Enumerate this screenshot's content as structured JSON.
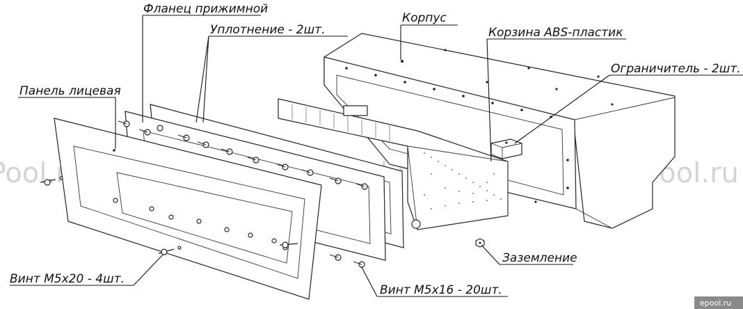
{
  "labels": {
    "flange": "Фланец прижимной",
    "seal": "Уплотнение - 2шт.",
    "housing": "Корпус",
    "basket": "Корзина ABS-пластик",
    "limiter": "Ограничитель - 2шт.",
    "panel": "Панель лицевая",
    "screw_m5x20": "Винт М5х20 - 4шт.",
    "screw_m5x16": "Винт М5х16 - 20шт.",
    "ground": "Заземление"
  },
  "watermark": {
    "text": "ePool.ru",
    "badge": "epool.ru",
    "color": "#d4d4d4",
    "badge_color": "#8a8a8a"
  },
  "colors": {
    "line": "#222222",
    "text": "#111111"
  }
}
